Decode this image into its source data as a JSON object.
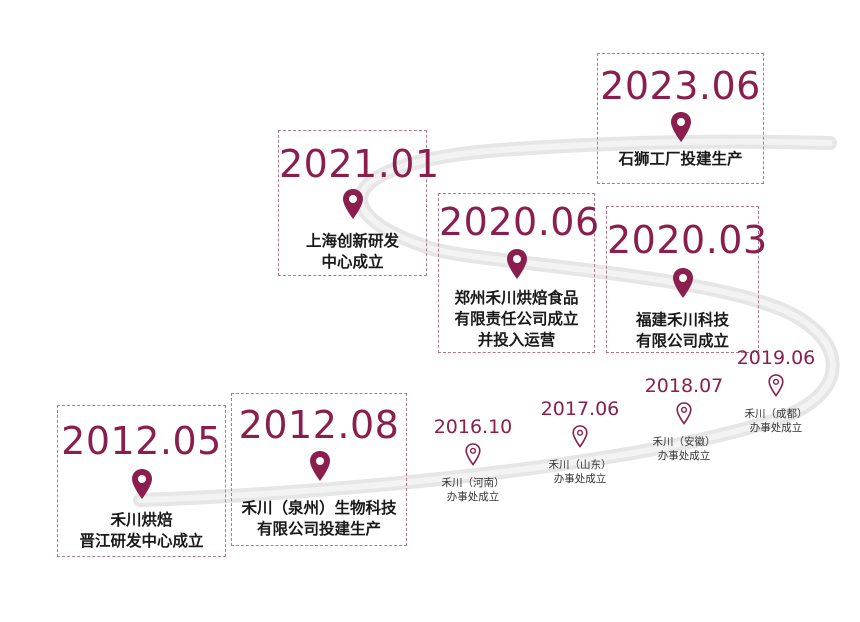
{
  "theme": {
    "accent": "#8a1f4e",
    "border": "#b07a8c",
    "road": "#e4e4e4"
  },
  "milestones": [
    {
      "year": "2023.06",
      "lines": [
        "石狮工厂投建生产"
      ],
      "icon": "map-pin-filled-icon"
    },
    {
      "year": "2021.01",
      "lines": [
        "上海创新研发",
        "中心成立"
      ],
      "icon": "map-pin-filled-icon"
    },
    {
      "year": "2020.06",
      "lines": [
        "郑州禾川烘焙食品",
        "有限责任公司成立",
        "并投入运营"
      ],
      "icon": "map-pin-filled-icon"
    },
    {
      "year": "2020.03",
      "lines": [
        "福建禾川科技",
        "有限公司成立"
      ],
      "icon": "map-pin-filled-icon"
    },
    {
      "year": "2012.05",
      "lines": [
        "禾川烘焙",
        "晋江研发中心成立"
      ],
      "icon": "map-pin-filled-icon"
    },
    {
      "year": "2012.08",
      "lines": [
        "禾川（泉州）生物科技",
        "有限公司投建生产"
      ],
      "icon": "map-pin-filled-icon"
    }
  ],
  "offices": [
    {
      "year": "2016.10",
      "lines": [
        "禾川（河南）",
        "办事处成立"
      ],
      "icon": "map-pin-outline-icon"
    },
    {
      "year": "2017.06",
      "lines": [
        "禾川（山东）",
        "办事处成立"
      ],
      "icon": "map-pin-outline-icon"
    },
    {
      "year": "2018.07",
      "lines": [
        "禾川（安徽）",
        "办事处成立"
      ],
      "icon": "map-pin-outline-icon"
    },
    {
      "year": "2019.06",
      "lines": [
        "禾川（成都）",
        "办事处成立"
      ],
      "icon": "map-pin-outline-icon"
    }
  ]
}
